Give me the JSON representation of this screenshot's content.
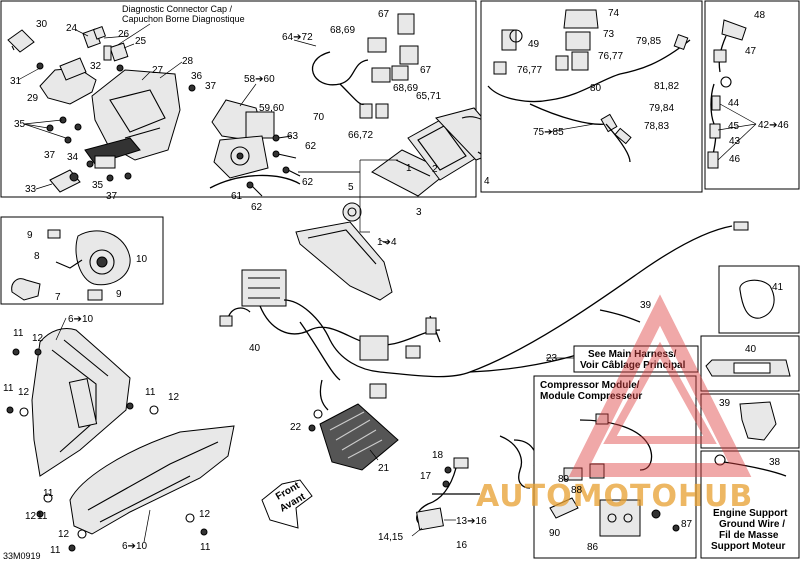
{
  "figure_code": "33M0919",
  "diagnostic_cap": {
    "line1": "Diagnostic Connector Cap /",
    "line2": "Capuchon Borne Diagnostique"
  },
  "see_main_harness": {
    "line1": "See Main Harness/",
    "line2": "Voir Câblage Principal"
  },
  "compressor_module": {
    "line1": "Compressor Module/",
    "line2": "Module Compresseur"
  },
  "engine_support": {
    "line1": "Engine Support",
    "line2": "Ground Wire /",
    "line3": "Fil de Masse",
    "line4": "Support Moteur"
  },
  "front": {
    "line1": "Front",
    "line2": "Avant"
  },
  "watermark": {
    "text": "AUTOMOTOHUB"
  },
  "callouts": {
    "c30": "30",
    "c24": "24",
    "c26": "26",
    "c25": "25",
    "c31": "31",
    "c32": "32",
    "c29": "29",
    "c27": "27",
    "c28": "28",
    "c36": "36",
    "c37a": "37",
    "c35": "35",
    "c37b": "37",
    "c34": "34",
    "c33": "33",
    "c35b": "35",
    "c37c": "37",
    "c58_60": "58➔60",
    "c59_60": "59,60",
    "c63": "63",
    "c62a": "62",
    "c62b": "62",
    "c62c": "62",
    "c61": "61",
    "c64_72": "64➔72",
    "c68_69a": "68,69",
    "c67a": "67",
    "c67b": "67",
    "c68_69b": "68,69",
    "c65_71": "65,71",
    "c70": "70",
    "c66_72": "66,72",
    "c1": "1",
    "c2": "2",
    "c3": "3",
    "c4": "4",
    "c5": "5",
    "c1_4": "1➔4",
    "c74": "74",
    "c49": "49",
    "c73": "73",
    "c79_85": "79,85",
    "c76_77a": "76,77",
    "c76_77b": "76,77",
    "c80": "80",
    "c81_82": "81,82",
    "c79_84": "79,84",
    "c78_83": "78,83",
    "c75_85": "75➔85",
    "c48": "48",
    "c47": "47",
    "c44": "44",
    "c45": "45",
    "c43": "43",
    "c46": "46",
    "c42_46": "42➔46",
    "c9a": "9",
    "c10": "10",
    "c8": "8",
    "c7": "7",
    "c9b": "9",
    "c6_10a": "6➔10",
    "c11a": "11",
    "c12a": "12",
    "c11b": "11",
    "c12b": "12",
    "c11c": "11",
    "c12c": "12",
    "c40a": "40",
    "c22": "22",
    "c21": "21",
    "c39a": "39",
    "c23": "23",
    "c41": "41",
    "c40b": "40",
    "c39b": "39",
    "c38": "38",
    "c18": "18",
    "c17": "17",
    "c13_16": "13➔16",
    "c14_15": "14,15",
    "c16": "16",
    "c89": "89",
    "c88": "88",
    "c90": "90",
    "c86": "86",
    "c87": "87",
    "c11d": "11",
    "c12d": "12",
    "c11e": "11",
    "c12e": "12",
    "c11f": "11",
    "c12f": "12",
    "c6_10b": "6➔10",
    "c11g": "11"
  }
}
